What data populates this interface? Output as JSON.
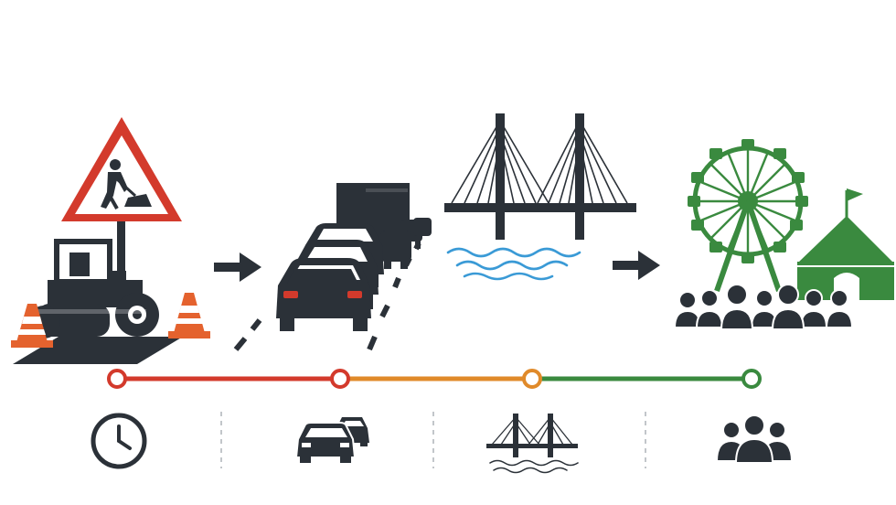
{
  "colors": {
    "dark": "#2b3138",
    "red": "#d33a2c",
    "orange": "#e08a2a",
    "green": "#3a8a3f",
    "water": "#3a9ad6",
    "white": "#ffffff"
  },
  "stages": [
    {
      "name": "road-work",
      "icon": "road-work-scene"
    },
    {
      "name": "traffic-jam",
      "icon": "traffic-jam-scene"
    },
    {
      "name": "bridge",
      "icon": "cable-stayed-bridge-scene"
    },
    {
      "name": "festival",
      "icon": "festival-crowd-scene"
    }
  ],
  "timeline": {
    "segments": [
      {
        "from": 0,
        "to": 1,
        "color": "red"
      },
      {
        "from": 1,
        "to": 2,
        "color": "orange"
      },
      {
        "from": 2,
        "to": 3,
        "color": "green"
      }
    ],
    "nodes": [
      "red",
      "red",
      "orange",
      "green"
    ]
  },
  "bottom_icons": [
    "clock-icon",
    "cars-icon",
    "bridge-icon",
    "crowd-icon"
  ]
}
